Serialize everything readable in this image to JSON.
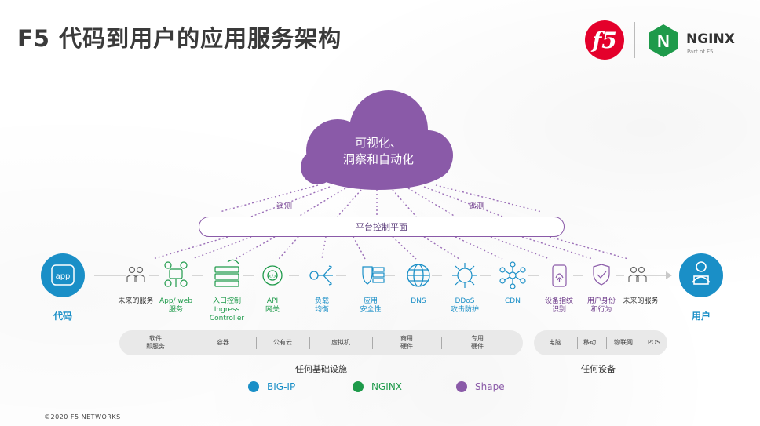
{
  "title": "F5 代码到用户的应用服务架构",
  "logos": {
    "f5": "f5",
    "nginx": "NGINX",
    "nginx_sub": "Part of F5",
    "nginx_mark": "N"
  },
  "cloud": {
    "line1": "可视化、",
    "line2": "洞察和自动化",
    "color": "#8a5aa8"
  },
  "telemetry_left": "遥测",
  "telemetry_right": "遥测",
  "control_plane": "平台控制平面",
  "left_end": {
    "icon_label": "app",
    "label": "代码"
  },
  "right_end": {
    "label": "用户"
  },
  "services": [
    {
      "name": "未来的服务",
      "color": "#333333",
      "icon": "people-icon"
    },
    {
      "name": "App/ web\n服务",
      "color": "#1e9a4a",
      "icon": "web-app-icon"
    },
    {
      "name": "入口控制\nIngress\nController",
      "color": "#1e9a4a",
      "icon": "ingress-icon"
    },
    {
      "name": "API\n网关",
      "color": "#1e9a4a",
      "icon": "api-gear-icon"
    },
    {
      "name": "负载\n均衡",
      "color": "#1a8fc7",
      "icon": "load-balancer-icon"
    },
    {
      "name": "应用\n安全性",
      "color": "#1a8fc7",
      "icon": "shield-wall-icon"
    },
    {
      "name": "DNS",
      "color": "#1a8fc7",
      "icon": "globe-icon"
    },
    {
      "name": "DDoS\n攻击防护",
      "color": "#1a8fc7",
      "icon": "ddos-icon"
    },
    {
      "name": "CDN",
      "color": "#1a8fc7",
      "icon": "network-icon"
    },
    {
      "name": "设备指纹\n识别",
      "color": "#6d3a8a",
      "icon": "fingerprint-icon"
    },
    {
      "name": "用户身份\n和行为",
      "color": "#6d3a8a",
      "icon": "user-shield-icon"
    },
    {
      "name": "未来的服务",
      "color": "#333333",
      "icon": "people-icon"
    }
  ],
  "infrastructure": {
    "items": [
      "软件\n即服务",
      "容器",
      "公有云",
      "虚拟机",
      "商用\n硬件",
      "专用\n硬件"
    ],
    "title": "任何基础设施"
  },
  "devices": {
    "items": [
      "电脑",
      "移动",
      "物联网",
      "POS"
    ],
    "title": "任何设备"
  },
  "legend": [
    {
      "label": "BIG-IP",
      "color": "#1a8fc7"
    },
    {
      "label": "NGINX",
      "color": "#1e9a4a"
    },
    {
      "label": "Shape",
      "color": "#8a5aa8"
    }
  ],
  "footer": "©2020 F5 NETWORKS"
}
